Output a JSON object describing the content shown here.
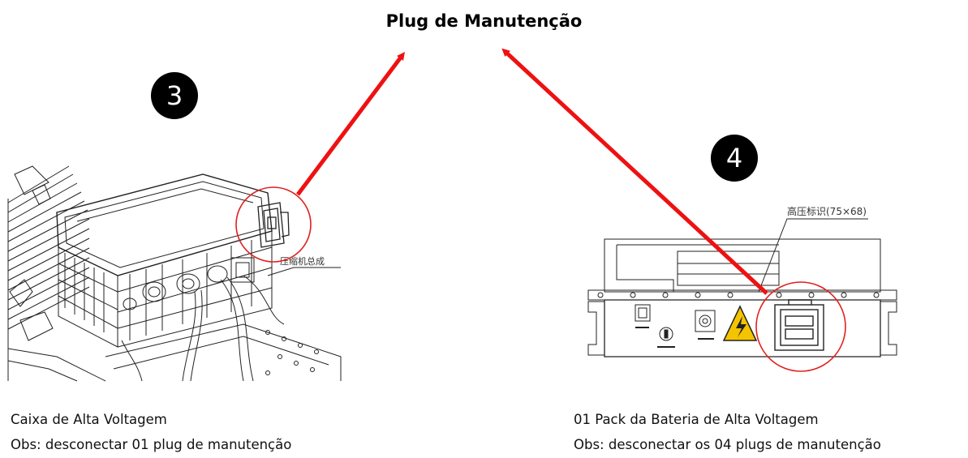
{
  "title": "Plug de Manutenção",
  "badges": {
    "left": "3",
    "right": "4"
  },
  "left": {
    "caption_line1": "Caixa de Alta Voltagem",
    "caption_line2": "Obs: desconectar 01 plug de manutenção",
    "callout_label": "压缩机总成"
  },
  "right": {
    "caption_line1": "01 Pack da Bateria de Alta Voltagem",
    "caption_line2": "Obs: desconectar os 04 plugs de manutenção",
    "callout_label": "高压标识(75×68)"
  },
  "colors": {
    "arrow": "#ee1111",
    "highlight_circle": "#e02020",
    "line": "#222222",
    "badge": "#000000"
  }
}
